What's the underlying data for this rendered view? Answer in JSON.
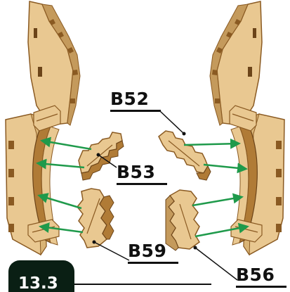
{
  "step": {
    "number": "13.3"
  },
  "parts": {
    "b52": "B52",
    "b53": "B53",
    "b59": "B59",
    "b56": "B56"
  },
  "colors": {
    "wood": "#e9c891",
    "wood_dark": "#c49a5c",
    "wood_edge": "#8a5a22",
    "arrow": "#1f9a4b",
    "badge": "#0a1f14"
  }
}
